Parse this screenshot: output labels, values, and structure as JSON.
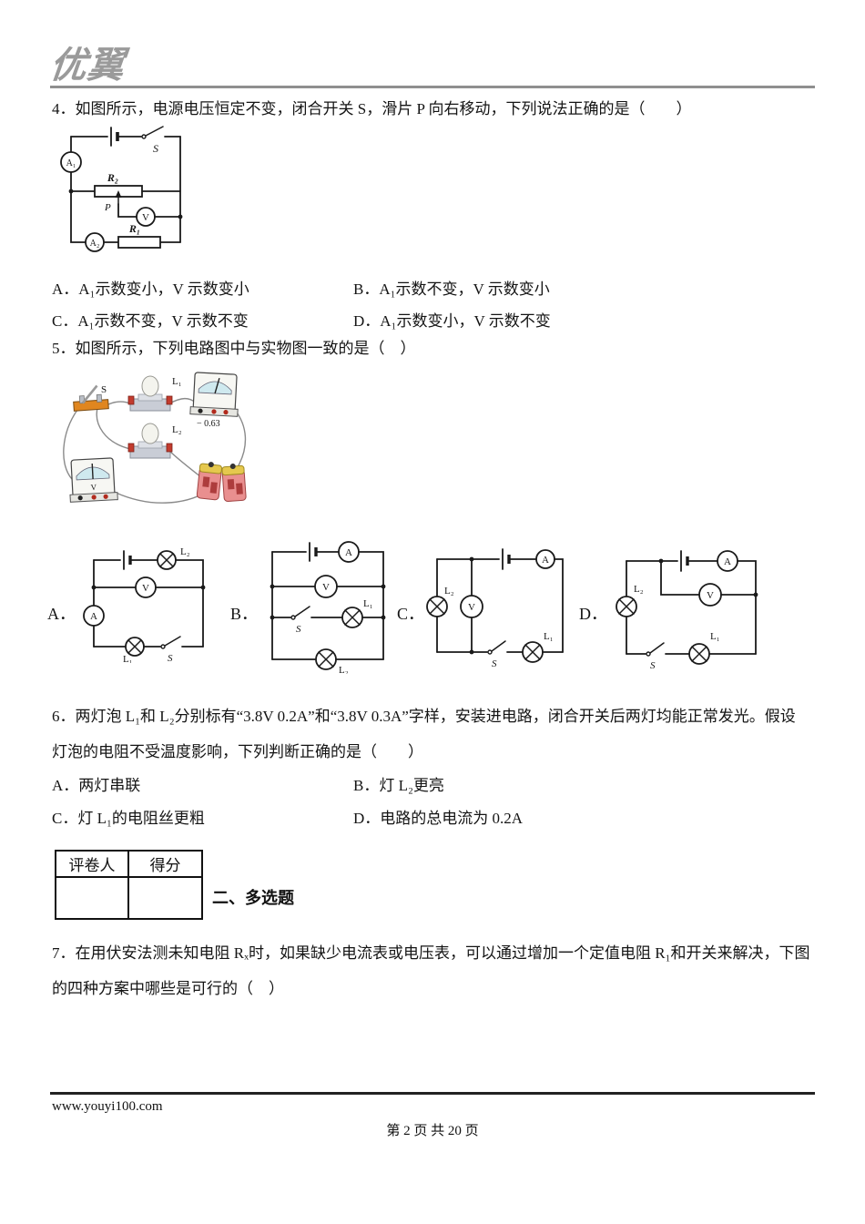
{
  "logo_text": "优翼",
  "q4": {
    "stem": "4．如图所示，电源电压恒定不变，闭合开关 S，滑片 P 向右移动，下列说法正确的是（　　）",
    "circuit": {
      "a1": "A₁",
      "s": "S",
      "r2": "R₂",
      "p": "P",
      "v": "V",
      "a2": "A₂",
      "r1": "R₁"
    },
    "options": [
      "A．A₁示数变小，V 示数变小",
      "B．A₁示数不变，V 示数变小",
      "C．A₁示数不变，V 示数不变",
      "D．A₁示数变小，V 示数不变"
    ]
  },
  "q5": {
    "stem": "5．如图所示，下列电路图中与实物图一致的是（　）",
    "photo": {
      "s": "S",
      "l1": "L₁",
      "l2": "L₂",
      "ammeter_reading": "− 0.63"
    },
    "option_labels": [
      "A．",
      "B．",
      "C．",
      "D．"
    ],
    "circuit_a": {
      "l2": "L₂",
      "v": "V",
      "a": "A",
      "l1": "L₁",
      "s": "S"
    },
    "circuit_b": {
      "a": "A",
      "v": "V",
      "s": "S",
      "l1": "L₁",
      "l2": "L₂"
    },
    "circuit_c": {
      "l2": "L₂",
      "v": "V",
      "a": "A",
      "s": "S",
      "l1": "L₁"
    },
    "circuit_d": {
      "l2": "L₂",
      "a": "A",
      "v": "V",
      "s": "S",
      "l1": "L₁"
    }
  },
  "q6": {
    "stem_line1": "6．两灯泡 L₁和 L₂分别标有“3.8V 0.2A”和“3.8V 0.3A”字样，安装进电路，闭合开关后两灯均能正常发光。假设",
    "stem_line2": "灯泡的电阻不受温度影响，下列判断正确的是（　　）",
    "options": [
      "A．两灯串联",
      "B．灯 L₂更亮",
      "C．灯 L₁的电阻丝更粗",
      "D．电路的总电流为 0.2A"
    ]
  },
  "grader_table": {
    "headers": [
      "评卷人",
      "得分"
    ]
  },
  "section2_title": "二、多选题",
  "q7": {
    "stem_line1": "7．在用伏安法测未知电阻 Rₓ时，如果缺少电流表或电压表，可以通过增加一个定值电阻 R₁和开关来解决，下图",
    "stem_line2": "的四种方案中哪些是可行的（　）"
  },
  "footer": {
    "url": "www.youyi100.com",
    "page_label": "第 2 页 共 20 页"
  }
}
